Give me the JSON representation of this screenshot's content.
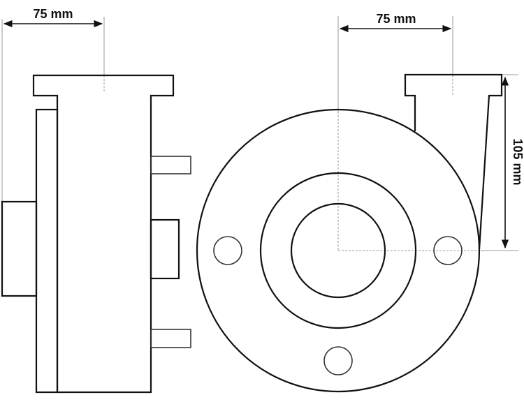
{
  "drawing": {
    "type": "technical-line-drawing",
    "subject": "pump housing / flange",
    "views": [
      {
        "name": "side-view",
        "position": "left"
      },
      {
        "name": "front-view",
        "position": "right"
      }
    ]
  },
  "dimensions": {
    "side_width": {
      "label": "75 mm",
      "value": 75,
      "unit": "mm",
      "orientation": "horizontal"
    },
    "front_offset": {
      "label": "75 mm",
      "value": 75,
      "unit": "mm",
      "orientation": "horizontal"
    },
    "front_height": {
      "label": "105 mm",
      "value": 105,
      "unit": "mm",
      "orientation": "vertical"
    }
  },
  "colors": {
    "line": "#111111",
    "extension_line": "#9a9a9a",
    "background": "#ffffff"
  }
}
